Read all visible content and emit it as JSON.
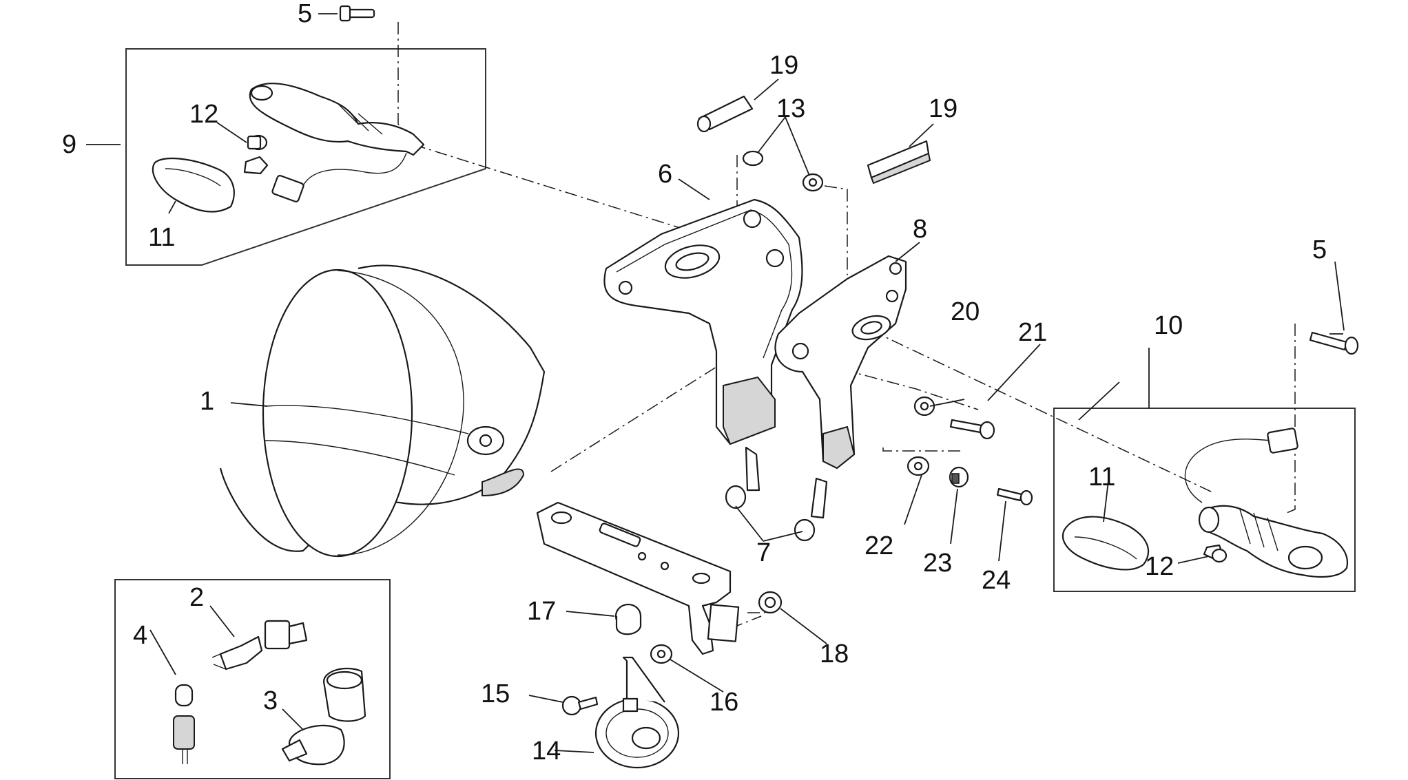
{
  "callouts": {
    "c1": "1",
    "c2": "2",
    "c3": "3",
    "c4": "4",
    "c5a": "5",
    "c5b": "5",
    "c6": "6",
    "c7": "7",
    "c8": "8",
    "c9": "9",
    "c10": "10",
    "c11a": "11",
    "c11b": "11",
    "c12a": "12",
    "c12b": "12",
    "c13": "13",
    "c14": "14",
    "c15": "15",
    "c16": "16",
    "c17": "17",
    "c18": "18",
    "c19a": "19",
    "c19b": "19",
    "c20": "20",
    "c21": "21",
    "c22": "22",
    "c23": "23",
    "c24": "24"
  }
}
